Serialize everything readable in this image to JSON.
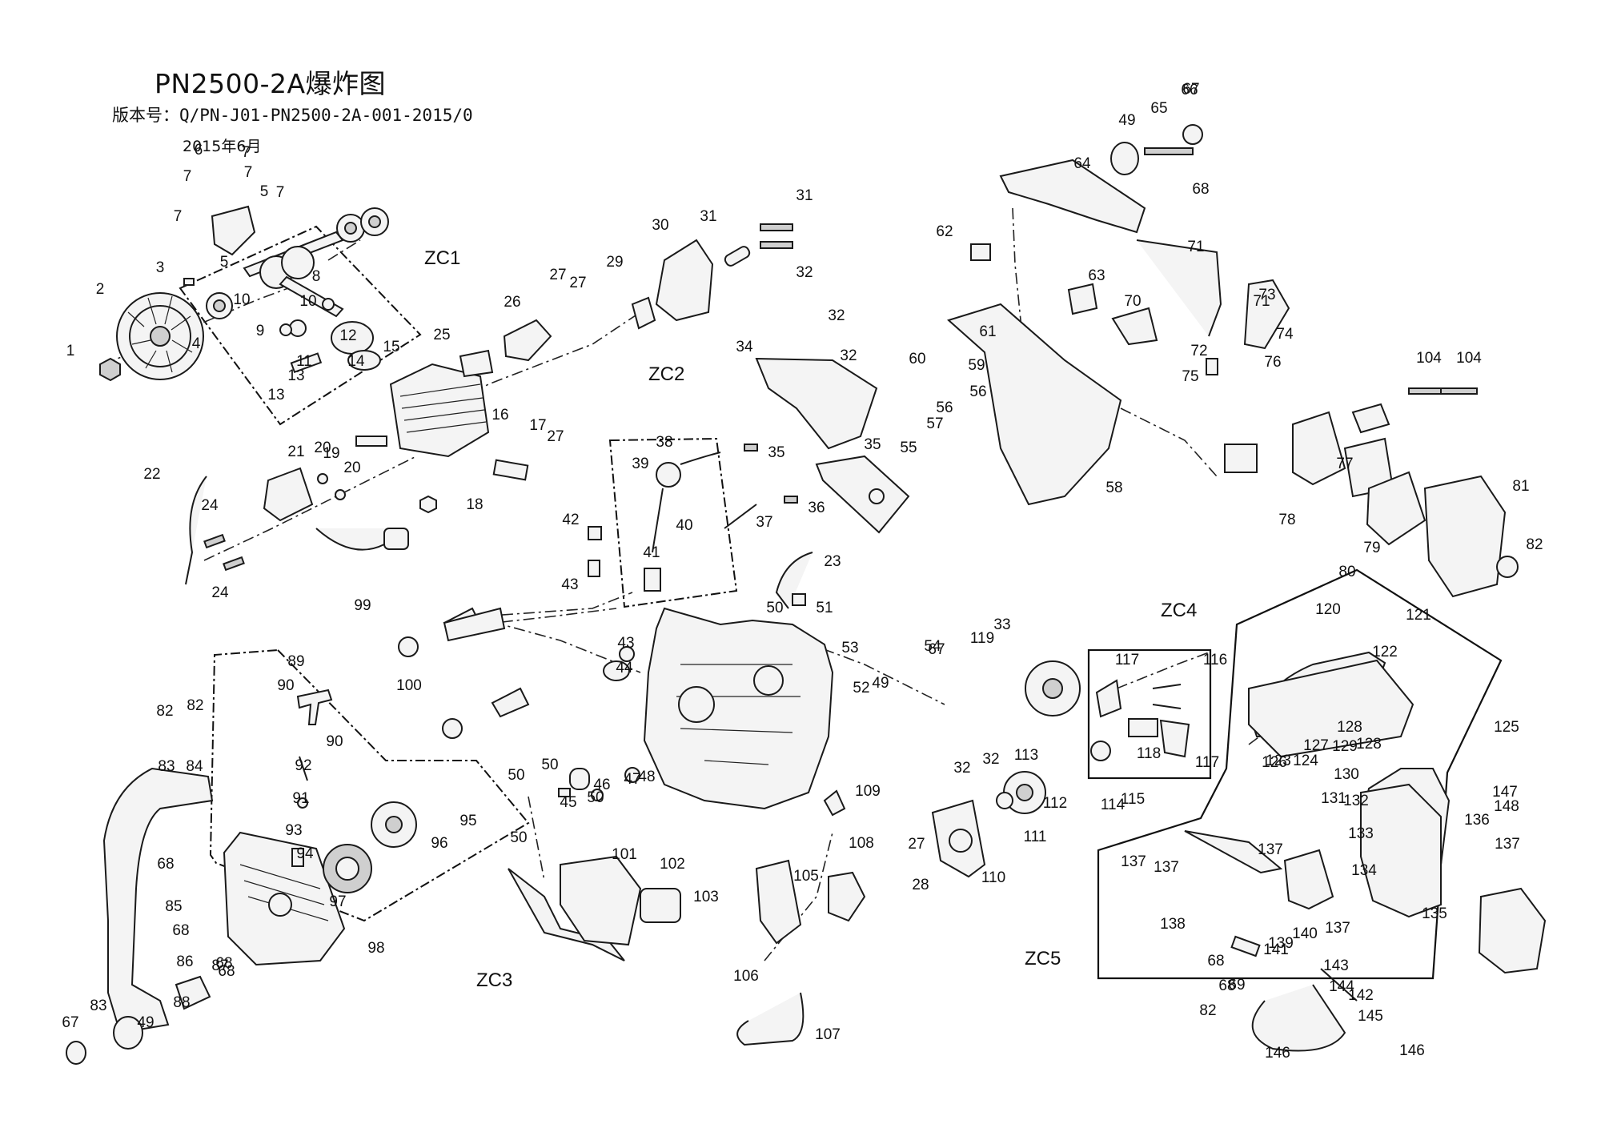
{
  "header": {
    "title": "PN2500-2A爆炸图",
    "version": "版本号：Q/PN-J01-PN2500-2A-001-2015/0",
    "date": "2015年6月"
  },
  "assemblies": [
    "ZC1",
    "ZC2",
    "ZC3",
    "ZC4",
    "ZC5"
  ],
  "callouts": [
    "1",
    "2",
    "3",
    "4",
    "5",
    "5",
    "6",
    "7",
    "7",
    "7",
    "7",
    "7",
    "8",
    "9",
    "10",
    "10",
    "11",
    "12",
    "13",
    "13",
    "14",
    "15",
    "16",
    "17",
    "18",
    "19",
    "20",
    "20",
    "21",
    "22",
    "23",
    "24",
    "24",
    "25",
    "26",
    "27",
    "27",
    "27",
    "27",
    "28",
    "29",
    "30",
    "31",
    "31",
    "32",
    "32",
    "32",
    "32",
    "32",
    "33",
    "34",
    "35",
    "35",
    "36",
    "37",
    "38",
    "39",
    "40",
    "41",
    "42",
    "43",
    "43",
    "44",
    "45",
    "46",
    "47",
    "48",
    "49",
    "49",
    "49",
    "50",
    "50",
    "50",
    "50",
    "50",
    "51",
    "52",
    "53",
    "54",
    "55",
    "56",
    "56",
    "57",
    "58",
    "59",
    "60",
    "61",
    "62",
    "63",
    "64",
    "65",
    "66",
    "67",
    "67",
    "67",
    "68",
    "68",
    "68",
    "68",
    "68",
    "68",
    "68",
    "69",
    "70",
    "71",
    "71",
    "72",
    "73",
    "74",
    "75",
    "76",
    "77",
    "78",
    "79",
    "80",
    "81",
    "82",
    "82",
    "82",
    "82",
    "83",
    "83",
    "84",
    "85",
    "86",
    "87",
    "88",
    "89",
    "90",
    "90",
    "91",
    "92",
    "93",
    "94",
    "95",
    "96",
    "97",
    "98",
    "99",
    "100",
    "101",
    "102",
    "103",
    "104",
    "104",
    "105",
    "106",
    "107",
    "108",
    "109",
    "110",
    "111",
    "112",
    "113",
    "114",
    "115",
    "116",
    "117",
    "117",
    "118",
    "119",
    "120",
    "121",
    "122",
    "123",
    "124",
    "125",
    "126",
    "127",
    "128",
    "128",
    "129",
    "130",
    "131",
    "132",
    "133",
    "134",
    "135",
    "136",
    "137",
    "137",
    "137",
    "137",
    "137",
    "138",
    "139",
    "140",
    "141",
    "142",
    "143",
    "144",
    "145",
    "146",
    "146",
    "147",
    "148"
  ]
}
